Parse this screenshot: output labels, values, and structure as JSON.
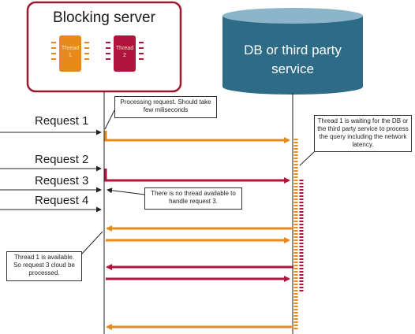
{
  "server": {
    "title": "Blocking server",
    "thread1": "Thread\n1",
    "thread2": "Thread\n2"
  },
  "db": {
    "label_line1": "DB or third party",
    "label_line2": "service"
  },
  "requests": [
    "Request 1",
    "Request 2",
    "Request 3",
    "Request 4"
  ],
  "notes": {
    "processing": "Processing request. Should take few miliseconds",
    "waiting": "Thread 1 is waiting for the DB or the third party service to process the query including the network latency.",
    "no_thread": "There is no thread available to handle request 3.",
    "available": "Thread 1 is available. So request 3 cloud be processed."
  },
  "colors": {
    "thread1": "#e8891c",
    "thread2": "#b0143c",
    "db": "#2e6b86",
    "server_border": "#9b1b2c"
  }
}
